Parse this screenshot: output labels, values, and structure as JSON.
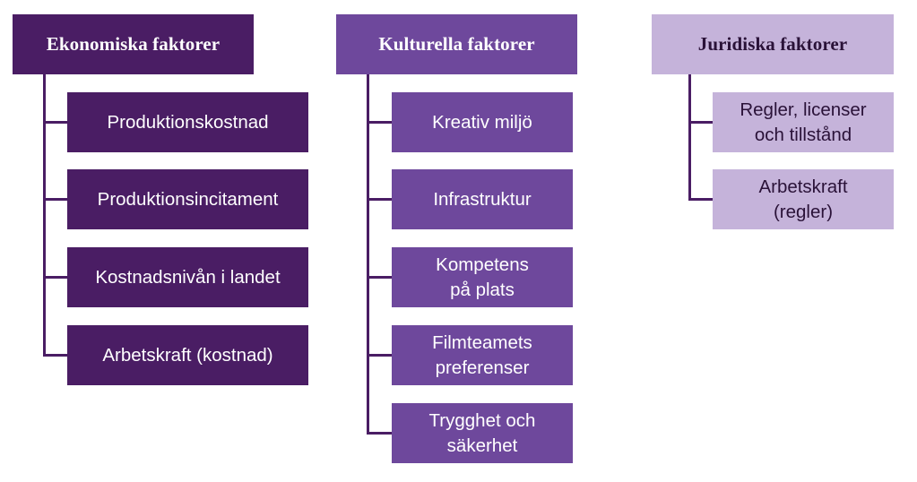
{
  "colors": {
    "economic": "#4a1d64",
    "cultural": "#6e489c",
    "legal": "#c5b3da",
    "connector": "#4a1d64"
  },
  "columns": [
    {
      "header": "Ekonomiska faktorer",
      "items": [
        "Produktionskostnad",
        "Produktionsincitament",
        "Kostnadsnivån i landet",
        "Arbetskraft (kostnad)"
      ]
    },
    {
      "header": "Kulturella faktorer",
      "items": [
        "Kreativ miljö",
        "Infrastruktur",
        "Kompetens\npå plats",
        "Filmteamets\npreferenser",
        "Trygghet och\nsäkerhet"
      ]
    },
    {
      "header": "Juridiska faktorer",
      "items": [
        "Regler, licenser\noch tillstånd",
        "Arbetskraft\n(regler)"
      ]
    }
  ]
}
